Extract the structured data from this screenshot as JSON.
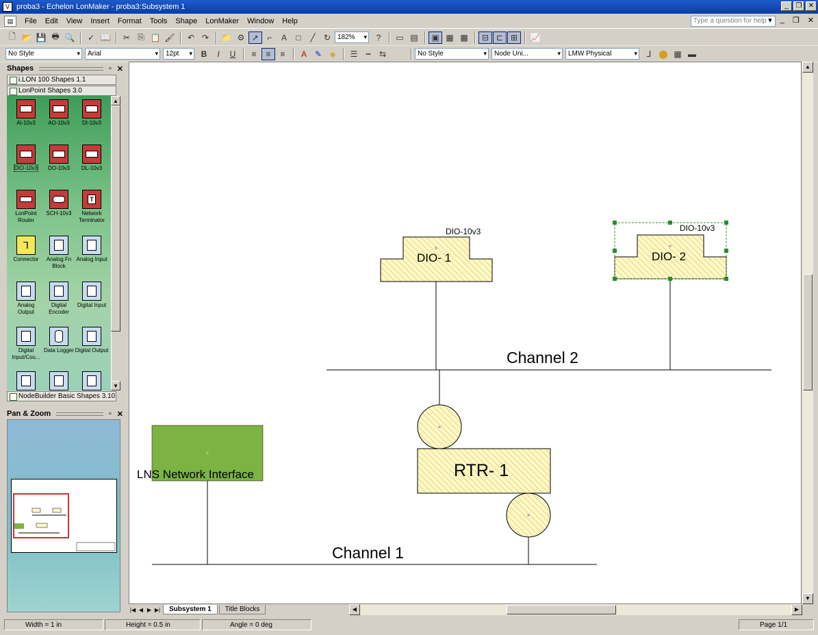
{
  "window": {
    "title": "proba3 - Echelon LonMaker - proba3:Subsystem 1"
  },
  "menu": {
    "items": [
      "File",
      "Edit",
      "View",
      "Insert",
      "Format",
      "Tools",
      "Shape",
      "LonMaker",
      "Window",
      "Help"
    ],
    "help_placeholder": "Type a question for help"
  },
  "toolbar": {
    "zoom": "182%"
  },
  "formatbar": {
    "style": "No Style",
    "font": "Arial",
    "size": "12pt",
    "line_style": "No Style",
    "fill_style": "Node Uni...",
    "layer": "LMW Physical"
  },
  "shapes_panel": {
    "title": "Shapes",
    "stencils": [
      "i.LON 100 Shapes 1.1",
      "LonPoint Shapes 3.0",
      "NodeBuilder Basic Shapes 3.10"
    ],
    "items": [
      {
        "label": "AI-10v3",
        "icon": "red-module-icon"
      },
      {
        "label": "AO-10v3",
        "icon": "red-module-icon"
      },
      {
        "label": "DI-10v3",
        "icon": "red-module-icon"
      },
      {
        "label": "DIO-10v3",
        "icon": "red-module-icon"
      },
      {
        "label": "DO-10v3",
        "icon": "red-module-icon"
      },
      {
        "label": "DL-10v3",
        "icon": "red-module-icon"
      },
      {
        "label": "LonPoint Router",
        "icon": "router-icon"
      },
      {
        "label": "SCH-10v3",
        "icon": "red-module-icon"
      },
      {
        "label": "Network Terminator",
        "icon": "terminator-icon"
      },
      {
        "label": "Connector",
        "icon": "connector-icon"
      },
      {
        "label": "Analog Fn Block",
        "icon": "function-block-icon"
      },
      {
        "label": "Analog Input",
        "icon": "function-block-icon"
      },
      {
        "label": "Analog Output",
        "icon": "function-block-icon"
      },
      {
        "label": "Digital Encoder",
        "icon": "function-block-icon"
      },
      {
        "label": "Digital Input",
        "icon": "function-block-icon"
      },
      {
        "label": "Digital Input/Cou...",
        "icon": "function-block-icon"
      },
      {
        "label": "Data Logger",
        "icon": "data-logger-icon"
      },
      {
        "label": "Digital Output",
        "icon": "function-block-icon"
      }
    ]
  },
  "pan_zoom": {
    "title": "Pan & Zoom"
  },
  "diagram": {
    "dio1": {
      "type_label": "DIO-10v3",
      "name": "DIO- 1"
    },
    "dio2": {
      "type_label": "DIO-10v3",
      "name": "DIO- 2"
    },
    "channel2": "Channel 2",
    "channel1": "Channel 1",
    "router": "RTR- 1",
    "lns": "LNS Network Interface"
  },
  "page_tabs": [
    "Subsystem 1",
    "Title Blocks"
  ],
  "status": {
    "width": "Width = 1 in",
    "height": "Height = 0.5 in",
    "angle": "Angle = 0 deg",
    "page": "Page 1/1"
  },
  "colors": {
    "title_bar": "#0a3ca8",
    "device_fill": "#fdf8c8",
    "device_hatch": "#e6d77a",
    "lns_fill": "#7cb342",
    "stencil_green": "#3e9d58",
    "selection": "#2e8b2e"
  }
}
